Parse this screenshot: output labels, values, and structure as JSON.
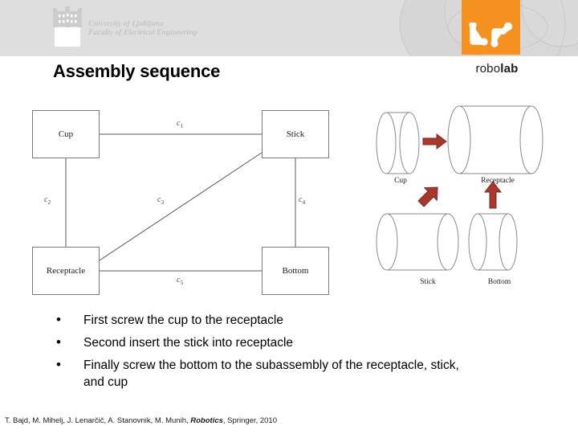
{
  "header": {
    "university_line1": "University of Ljubljana",
    "university_line2": "Faculty of Electrical Engineering",
    "brand_prefix": "robo",
    "brand_suffix": "lab",
    "brand_color": "#f5911e",
    "band_color": "#dedede"
  },
  "title": "Assembly sequence",
  "graph": {
    "nodes": [
      {
        "id": "cup",
        "label": "Cup"
      },
      {
        "id": "stick",
        "label": "Stick"
      },
      {
        "id": "receptacle",
        "label": "Receptacle"
      },
      {
        "id": "bottom",
        "label": "Bottom"
      }
    ],
    "edges": [
      {
        "id": "c1",
        "label": "c",
        "sub": "1",
        "from": "cup",
        "to": "stick"
      },
      {
        "id": "c2",
        "label": "c",
        "sub": "2",
        "from": "cup",
        "to": "receptacle"
      },
      {
        "id": "c3",
        "label": "c",
        "sub": "3",
        "from": "receptacle",
        "to": "stick"
      },
      {
        "id": "c4",
        "label": "c",
        "sub": "4",
        "from": "stick",
        "to": "bottom"
      },
      {
        "id": "c5",
        "label": "c",
        "sub": "5",
        "from": "receptacle",
        "to": "bottom"
      }
    ]
  },
  "illustration": {
    "parts": [
      {
        "id": "cup",
        "label": "Cup"
      },
      {
        "id": "receptacle",
        "label": "Receptacle"
      },
      {
        "id": "stick",
        "label": "Stick"
      },
      {
        "id": "bottom",
        "label": "Bottom"
      }
    ],
    "arrow_color": "#a8382f",
    "arrows": [
      {
        "id": "cup-to-receptacle",
        "direction": "right"
      },
      {
        "id": "stick-to-receptacle",
        "direction": "up-right"
      },
      {
        "id": "bottom-to-receptacle",
        "direction": "up"
      }
    ]
  },
  "bullets": [
    {
      "marker": "•",
      "text": "First screw the cup to the receptacle"
    },
    {
      "marker": "•",
      "text": "Second insert the stick into receptacle"
    },
    {
      "marker": "•",
      "text": "Finally screw the bottom to the subassembly of the receptacle, stick, and cup"
    }
  ],
  "footer": {
    "before": "T. Bajd, M. Mihelj, J. Lenarčič, A. Stanovnik, M. Munih, ",
    "emphasis": "Robotics",
    "after": ", Springer, 2010"
  }
}
